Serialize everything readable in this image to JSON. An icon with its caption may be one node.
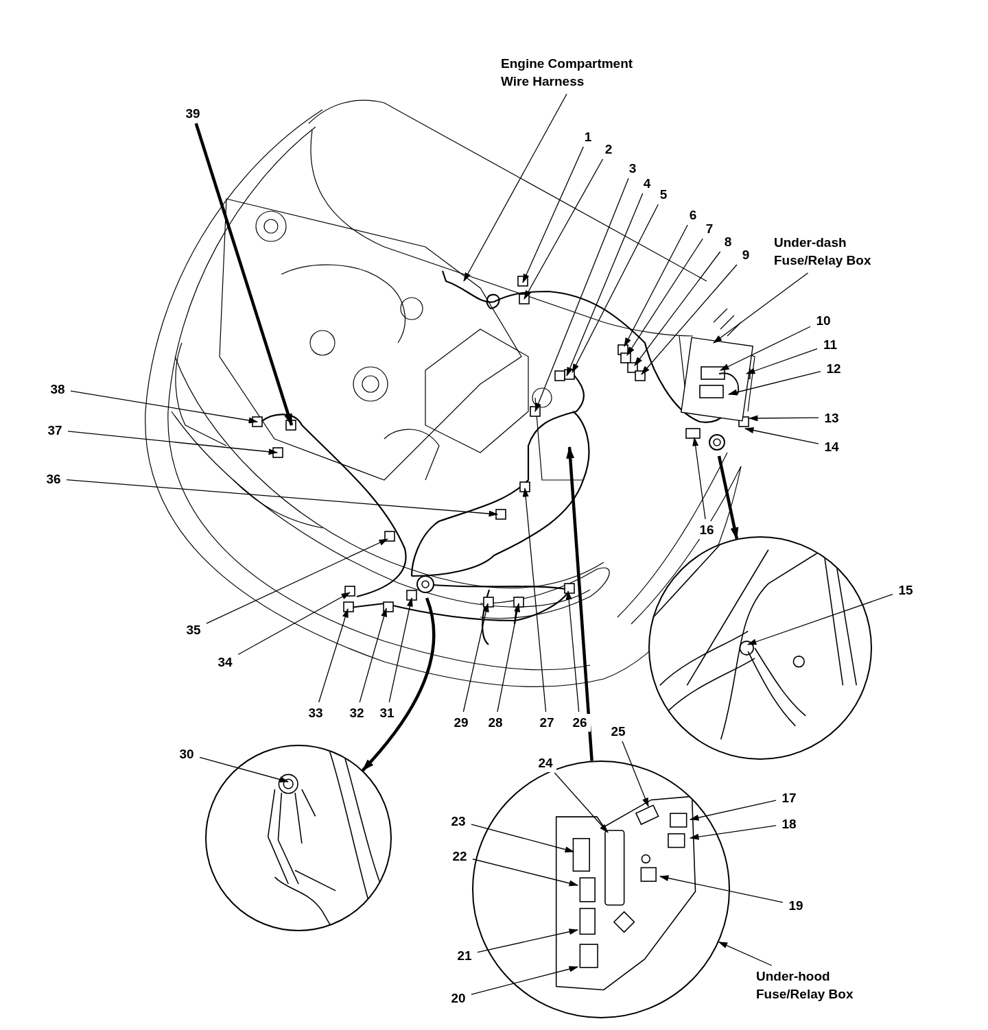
{
  "diagram": {
    "nodes": [
      {
        "text": [
          "Engine Compartment Wire Harness"
        ]
      },
      {
        "text": [
          "Under-dash Fuse/Relay Box"
        ]
      },
      {
        "text": [
          "Under-hood Fuse/Relay Box"
        ]
      },
      {
        "text": [
          "1"
        ]
      },
      {
        "text": [
          "2"
        ]
      },
      {
        "text": [
          "3"
        ]
      },
      {
        "text": [
          "4"
        ]
      },
      {
        "text": [
          "5"
        ]
      },
      {
        "text": [
          "6"
        ]
      },
      {
        "text": [
          "7"
        ]
      },
      {
        "text": [
          "8"
        ]
      },
      {
        "text": [
          "9"
        ]
      },
      {
        "text": [
          "10"
        ]
      },
      {
        "text": [
          "11"
        ]
      },
      {
        "text": [
          "12"
        ]
      },
      {
        "text": [
          "13"
        ]
      },
      {
        "text": [
          "14"
        ]
      },
      {
        "text": [
          "15"
        ]
      },
      {
        "text": [
          "16"
        ]
      },
      {
        "text": [
          "17"
        ]
      },
      {
        "text": [
          "18"
        ]
      },
      {
        "text": [
          "19"
        ]
      },
      {
        "text": [
          "20"
        ]
      },
      {
        "text": [
          "21"
        ]
      },
      {
        "text": [
          "22"
        ]
      },
      {
        "text": [
          "23"
        ]
      },
      {
        "text": [
          "24"
        ]
      },
      {
        "text": [
          "25"
        ]
      },
      {
        "text": [
          "26"
        ]
      },
      {
        "text": [
          "27"
        ]
      },
      {
        "text": [
          "28"
        ]
      },
      {
        "text": [
          "29"
        ]
      },
      {
        "text": [
          "30"
        ]
      },
      {
        "text": [
          "31"
        ]
      },
      {
        "text": [
          "32"
        ]
      },
      {
        "text": [
          "33"
        ]
      },
      {
        "text": [
          "34"
        ]
      },
      {
        "text": [
          "35"
        ]
      },
      {
        "text": [
          "36"
        ]
      },
      {
        "text": [
          "37"
        ]
      },
      {
        "text": [
          "38"
        ]
      },
      {
        "text": [
          "39"
        ]
      },
      {
        "text": [],
        "shape": "circle"
      },
      {
        "text": [],
        "shape": "circle"
      },
      {
        "text": [],
        "shape": "circle"
      }
    ],
    "edges": [
      {
        "from": 0,
        "to": null,
        "arrow": "to"
      },
      {
        "from": 1,
        "to": null,
        "arrow": "to"
      },
      {
        "from": 2,
        "to": 44,
        "arrow": "to"
      },
      {
        "from": 3,
        "to": null,
        "arrow": "to"
      },
      {
        "from": 4,
        "to": null,
        "arrow": "to"
      },
      {
        "from": 5,
        "to": null,
        "arrow": "to"
      },
      {
        "from": 6,
        "to": null,
        "arrow": "to"
      },
      {
        "from": 7,
        "to": null,
        "arrow": "to"
      },
      {
        "from": 8,
        "to": null,
        "arrow": "to"
      },
      {
        "from": 9,
        "to": null,
        "arrow": "to"
      },
      {
        "from": 10,
        "to": null,
        "arrow": "to"
      },
      {
        "from": 11,
        "to": null,
        "arrow": "to"
      },
      {
        "from": 12,
        "to": null,
        "arrow": "to"
      },
      {
        "from": 13,
        "to": null,
        "arrow": "to"
      },
      {
        "from": 14,
        "to": null,
        "arrow": "to"
      },
      {
        "from": 15,
        "to": null,
        "arrow": "to"
      },
      {
        "from": 16,
        "to": null,
        "arrow": "to"
      },
      {
        "from": 17,
        "to": 42,
        "arrow": "to"
      },
      {
        "from": 18,
        "to": null,
        "arrow": "to"
      },
      {
        "from": 19,
        "to": 44,
        "arrow": "to"
      },
      {
        "from": 20,
        "to": 44,
        "arrow": "to"
      },
      {
        "from": 21,
        "to": 44,
        "arrow": "to"
      },
      {
        "from": 22,
        "to": 44,
        "arrow": "to"
      },
      {
        "from": 23,
        "to": 44,
        "arrow": "to"
      },
      {
        "from": 24,
        "to": 44,
        "arrow": "to"
      },
      {
        "from": 25,
        "to": 44,
        "arrow": "to"
      },
      {
        "from": 26,
        "to": 44,
        "arrow": "to"
      },
      {
        "from": 27,
        "to": 44,
        "arrow": "to"
      },
      {
        "from": 28,
        "to": null,
        "arrow": "to"
      },
      {
        "from": 29,
        "to": null,
        "arrow": "to"
      },
      {
        "from": 30,
        "to": null,
        "arrow": "to"
      },
      {
        "from": 31,
        "to": null,
        "arrow": "to"
      },
      {
        "from": 32,
        "to": 43,
        "arrow": "to"
      },
      {
        "from": 33,
        "to": null,
        "arrow": "to"
      },
      {
        "from": 34,
        "to": null,
        "arrow": "to"
      },
      {
        "from": 35,
        "to": null,
        "arrow": "to"
      },
      {
        "from": 36,
        "to": null,
        "arrow": "to"
      },
      {
        "from": 37,
        "to": null,
        "arrow": "to"
      },
      {
        "from": 38,
        "to": null,
        "arrow": "to"
      },
      {
        "from": 39,
        "to": null,
        "arrow": "to"
      },
      {
        "from": 40,
        "to": null,
        "arrow": "to"
      },
      {
        "from": 41,
        "to": null,
        "arrow": "to",
        "style": "thick"
      },
      {
        "from": null,
        "to": 42,
        "arrow": "to",
        "style": "thick"
      },
      {
        "from": null,
        "to": 43,
        "arrow": "to",
        "style": "thick"
      },
      {
        "from": 44,
        "to": null,
        "arrow": "to",
        "style": "thick"
      }
    ]
  }
}
